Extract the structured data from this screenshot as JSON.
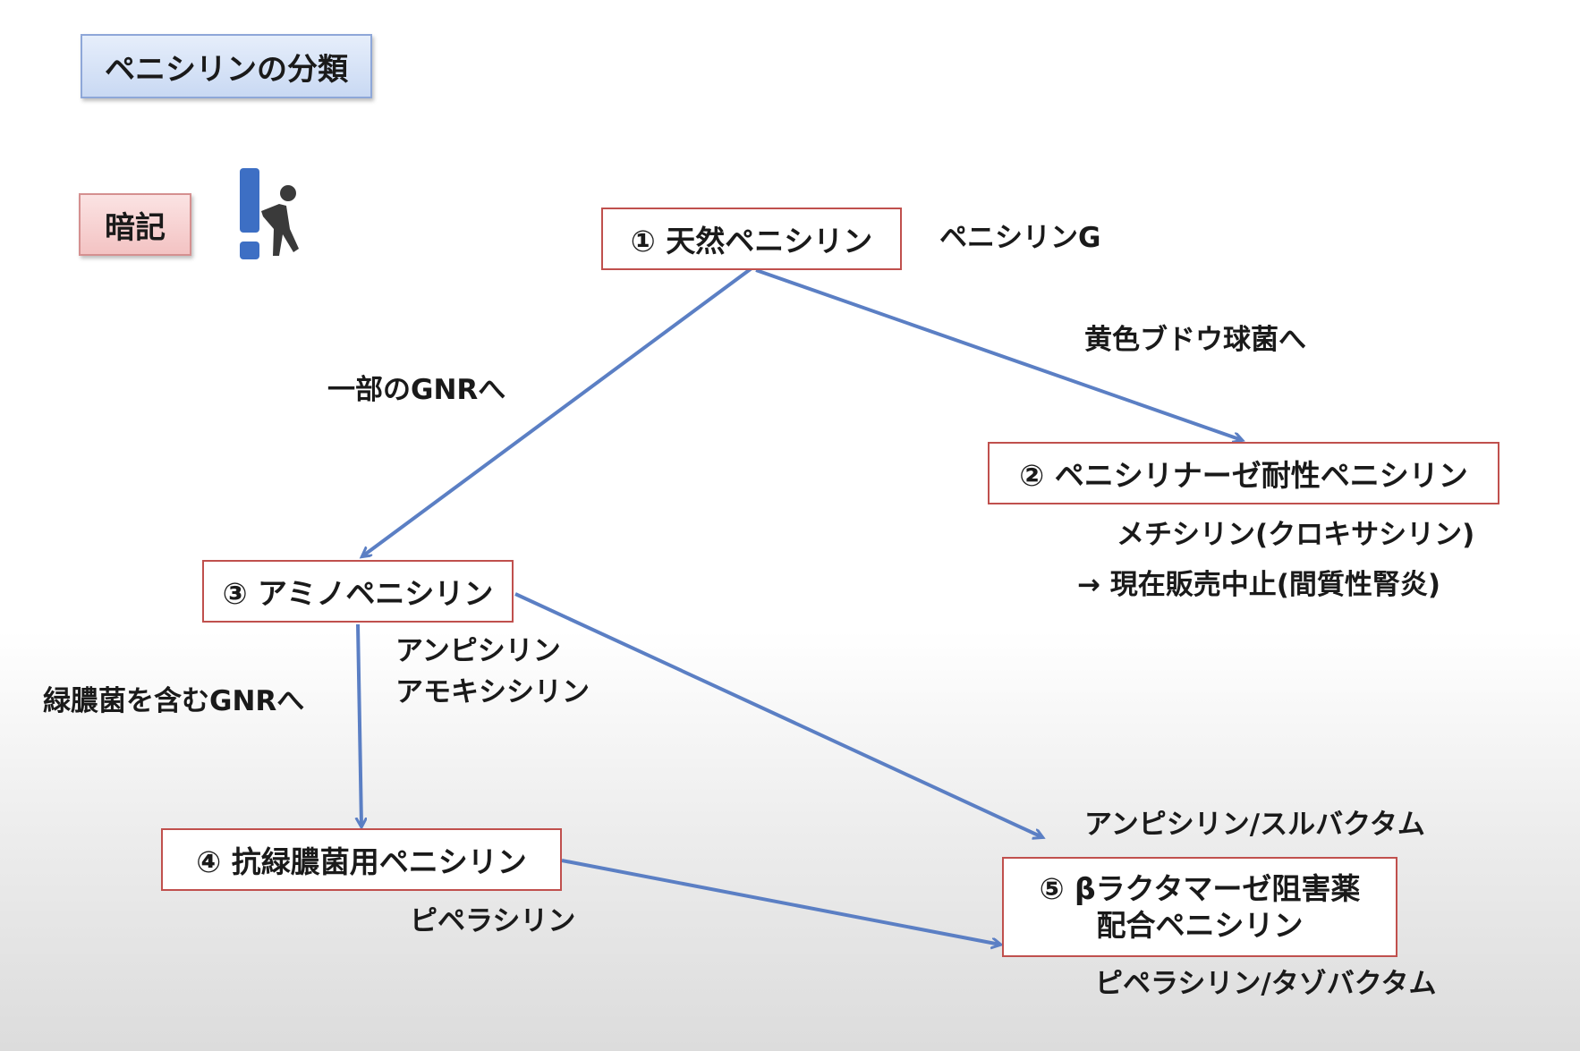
{
  "title": "ペニシリンの分類",
  "memo_label": "暗記",
  "nodes": {
    "n1": "① 天然ペニシリン",
    "n2": "② ペニシリナーゼ耐性ペニシリン",
    "n3": "③ アミノペニシリン",
    "n4": "④ 抗緑膿菌用ペニシリン",
    "n5_line1": "⑤ βラクタマーゼ阻害薬",
    "n5_line2": "配合ペニシリン"
  },
  "labels": {
    "penicillin_g": "ペニシリンG",
    "to_staph": "黄色ブドウ球菌へ",
    "to_some_gnr": "一部のGNRへ",
    "to_pseudomonas_gnr": "緑膿菌を含むGNRへ",
    "methicillin": "メチシリン(クロキサシリン)",
    "discontinued": "→ 現在販売中止(間質性腎炎)",
    "ampicillin": "アンピシリン",
    "amoxicillin": "アモキシシリン",
    "piperacillin": "ピペラシリン",
    "amp_sul": "アンピシリン/スルバクタム",
    "pip_taz": "ピペラシリン/タゾバクタム"
  },
  "colors": {
    "arrow": "#5b7fc4",
    "node_border": "#c0504d",
    "title_fill": "#c9d9f3",
    "memo_fill": "#f3c3c3"
  }
}
